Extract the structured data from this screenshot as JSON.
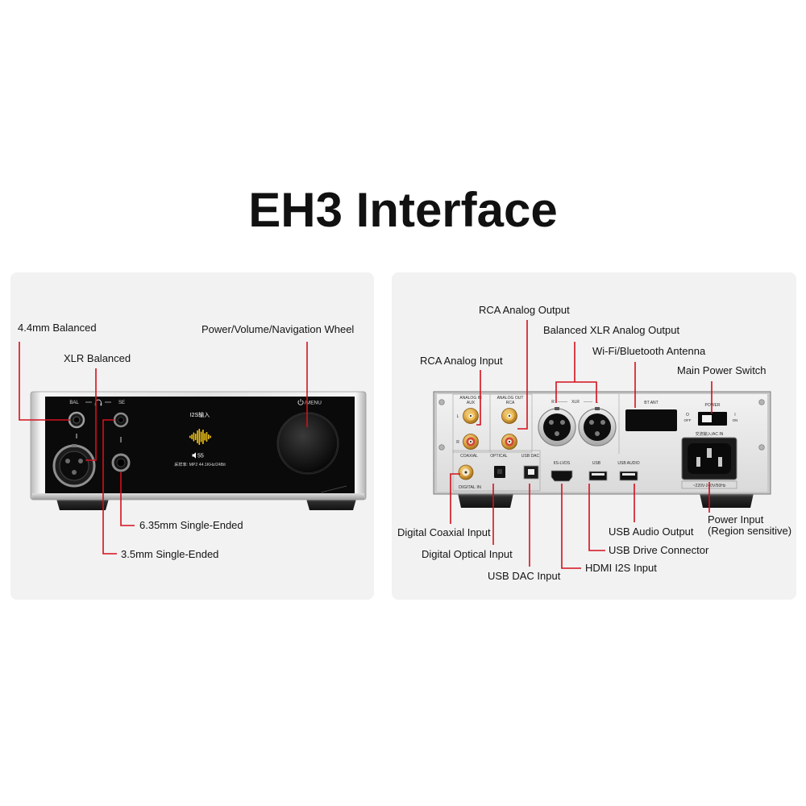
{
  "title": "EH3 Interface",
  "colors": {
    "callout": "#d4101c",
    "panel_bg": "#f2f2f2",
    "screen_wave": "#f2c318",
    "rca_gold": "#d6a040"
  },
  "front_panel": {
    "callouts": {
      "balanced_44": "4.4mm Balanced",
      "xlr_balanced": "XLR Balanced",
      "wheel": "Power/Volume/Navigation Wheel",
      "single_ended_635": "6.35mm Single-Ended",
      "single_ended_35": "3.5mm Single-Ended"
    },
    "device": {
      "bal": "BAL",
      "se": "SE",
      "menu": "/MENU",
      "headphone_icon": "headphone-icon",
      "power_icon": "power-icon"
    },
    "screen": {
      "input": "I2S输入",
      "wave_icon": "waveform-icon",
      "volume_icon": "speaker-icon",
      "volume": "55",
      "format": "采样率: MP2 44.1KHz/24Bit"
    }
  },
  "rear_panel": {
    "callouts": {
      "rca_out": "RCA Analog Output",
      "xlr_out": "Balanced XLR Analog Output",
      "rca_in": "RCA Analog Input",
      "antenna": "Wi-Fi/Bluetooth Antenna",
      "power_switch": "Main Power Switch",
      "power_input": "Power Input",
      "power_input_note": "(Region sensitive)",
      "coaxial": "Digital Coaxial Input",
      "optical": "Digital Optical Input",
      "usb_dac": "USB DAC Input",
      "hdmi": "HDMI I2S Input",
      "usb_audio": "USB Audio Output",
      "usb_drive": "USB Drive Connector"
    },
    "device": {
      "analog_in": "ANALOG IN",
      "aux": "AUX",
      "analog_out": "ANALOG OUT",
      "rca": "RCA",
      "ch_l": "L",
      "ch_r": "R",
      "xlr": "XLR",
      "bt_ant": "BT ANT",
      "power": "POWER",
      "off_mark": "O",
      "off": "OFF",
      "on_mark": "I",
      "on": "ON",
      "ac_in": "交流输入/AC IN",
      "voltage": "~220V-240V/50Hz",
      "coaxial": "COAXIAL",
      "optical": "OPTICAL",
      "usb_dac": "USB DAC",
      "iis_lvds": "IIS-LVDS",
      "usb": "USB",
      "usb_audio": "USB AUDIO",
      "digital_in": "DIGITAL IN"
    }
  }
}
